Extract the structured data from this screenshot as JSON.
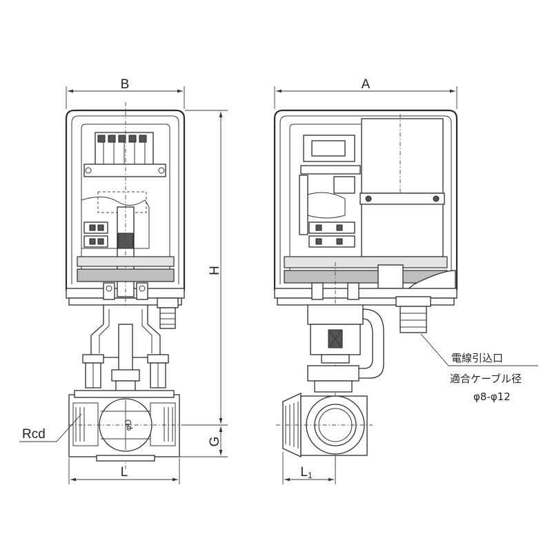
{
  "labels": {
    "B": "B",
    "A": "A",
    "H": "H",
    "G": "G",
    "L": "L",
    "L1_main": "L",
    "L1_sub": "1",
    "Rcd": "Rcd",
    "phiD": "φD"
  },
  "callout": {
    "line1": "電線引込口",
    "line2": "適合ケーブル径",
    "line3": "φ8-φ12"
  }
}
